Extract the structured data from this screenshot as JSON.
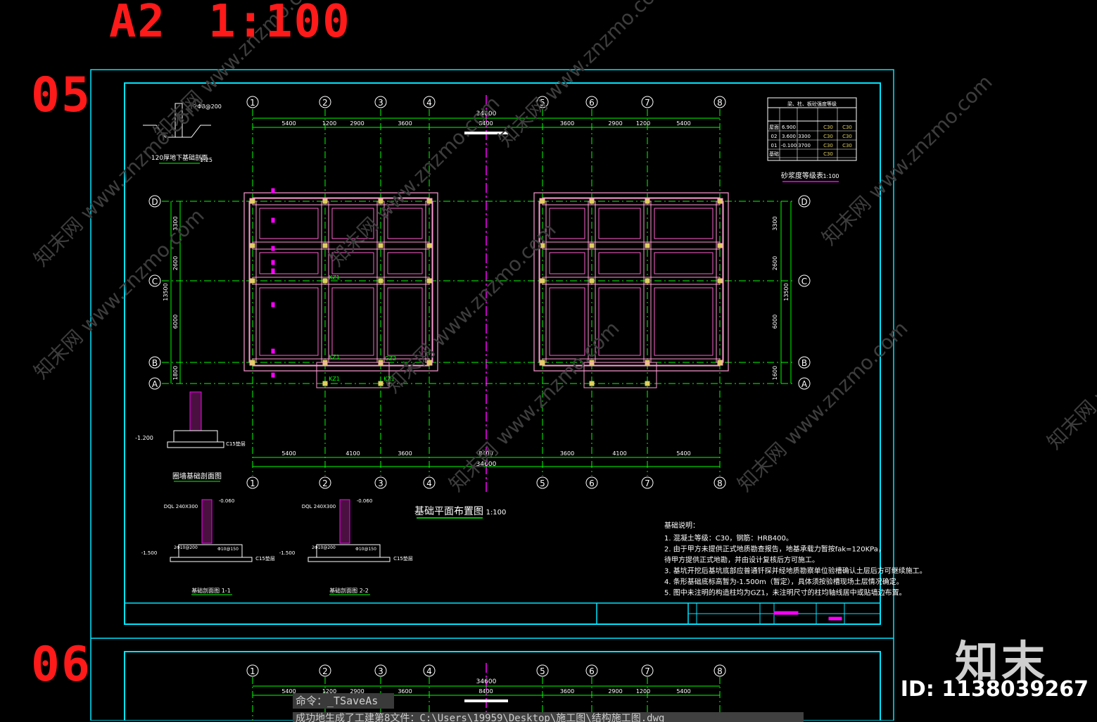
{
  "sheet_header": {
    "paper": "A2",
    "scale": "1:100"
  },
  "sheets": [
    {
      "number": "05"
    },
    {
      "number": "06"
    }
  ],
  "axes": {
    "columns": [
      "1",
      "2",
      "3",
      "4",
      "5",
      "6",
      "7",
      "8"
    ],
    "rows": [
      "D",
      "C",
      "B",
      "A"
    ],
    "top_spans": [
      "5400",
      "1200",
      "2900",
      "3600",
      "8400",
      "3600",
      "2900",
      "1200",
      "5400"
    ],
    "top_total": "34600",
    "bottom_spans": [
      "5400",
      "4100",
      "3600",
      "8400",
      "3600",
      "4100",
      "5400"
    ],
    "bottom_total": "34600",
    "left_spans": [
      "3300",
      "2600",
      "6000",
      "1800"
    ],
    "left_total": "13500",
    "right_spans": [
      "3300",
      "2600",
      "6000",
      "1600"
    ],
    "right_total": "13500"
  },
  "labels": {
    "plan_title": "基础平面布置图",
    "plan_scale": "1:100",
    "kz1": "KZ1",
    "gz2": "GZ2",
    "section_wall_title": "120厚地下基础剖面",
    "section_wall_scale": "1:25",
    "wall_section_title": "圈墙基础剖面图",
    "section_1_title": "基础剖面图 1-1",
    "section_2_title": "基础剖面图 2-2",
    "elev_neg1200": "-1.200",
    "elev_neg1500": "-1.500",
    "elev_neg060": "-0.060",
    "c15": "C15垫层",
    "dql": "DQL 240X300",
    "rebar_top": "2Φ8@200",
    "rebar_1": "2Φ10@200",
    "rebar_2": "Φ10@150",
    "concrete_table_title": "砂浆度等级表",
    "concrete_table_scale": "1:100"
  },
  "concrete_table": {
    "header": "梁、柱、板砼强度等级",
    "rows": [
      [
        "屋面",
        "6.900",
        "",
        "C30",
        "C30"
      ],
      [
        "02",
        "3.600",
        "3300",
        "C30",
        "C30"
      ],
      [
        "01",
        "-0.100",
        "3700",
        "C30",
        "C30"
      ],
      [
        "基础",
        "",
        "",
        "C30",
        ""
      ]
    ]
  },
  "notes": {
    "title": "基础说明：",
    "items": [
      "1. 混凝土等级：C30，钢筋：HRB400。",
      "2. 由于甲方未提供正式地质勘查报告，地基承载力暂按fak=120KPa，",
      "   待甲方提供正式地勘，并由设计复核后方可施工。",
      "3. 基坑开挖后基坑底部应普通钎探并经地质勘察单位验槽确认土层后方可继续施工。",
      "4. 条形基础底标高暂为-1.500m（暂定），具体须按验槽现场土层情况确定。",
      "5. 图中未注明的构造柱均为GZ1，未注明尺寸的柱均轴线居中或贴墙边布置。"
    ]
  },
  "watermark": "知末网 www.znzmo.com",
  "command": {
    "prompt": "命令：",
    "value": "_TSaveAs"
  },
  "command_history": "成功地生成了工建第8文件：C:\\Users\\19959\\Desktop\\施工图\\结构施工图.dwg",
  "brand": {
    "name": "知末",
    "id_label": "ID: 1138039267"
  },
  "colors": {
    "background": "#000000",
    "frame": "#00e5ff",
    "axis": "#00ff00",
    "foundation": "#ff9ad5",
    "inner": "#ff5fd0",
    "column": "#e0d060",
    "text": "#ffffff",
    "red": "#ff1a1a",
    "magenta": "#ff00ff"
  }
}
